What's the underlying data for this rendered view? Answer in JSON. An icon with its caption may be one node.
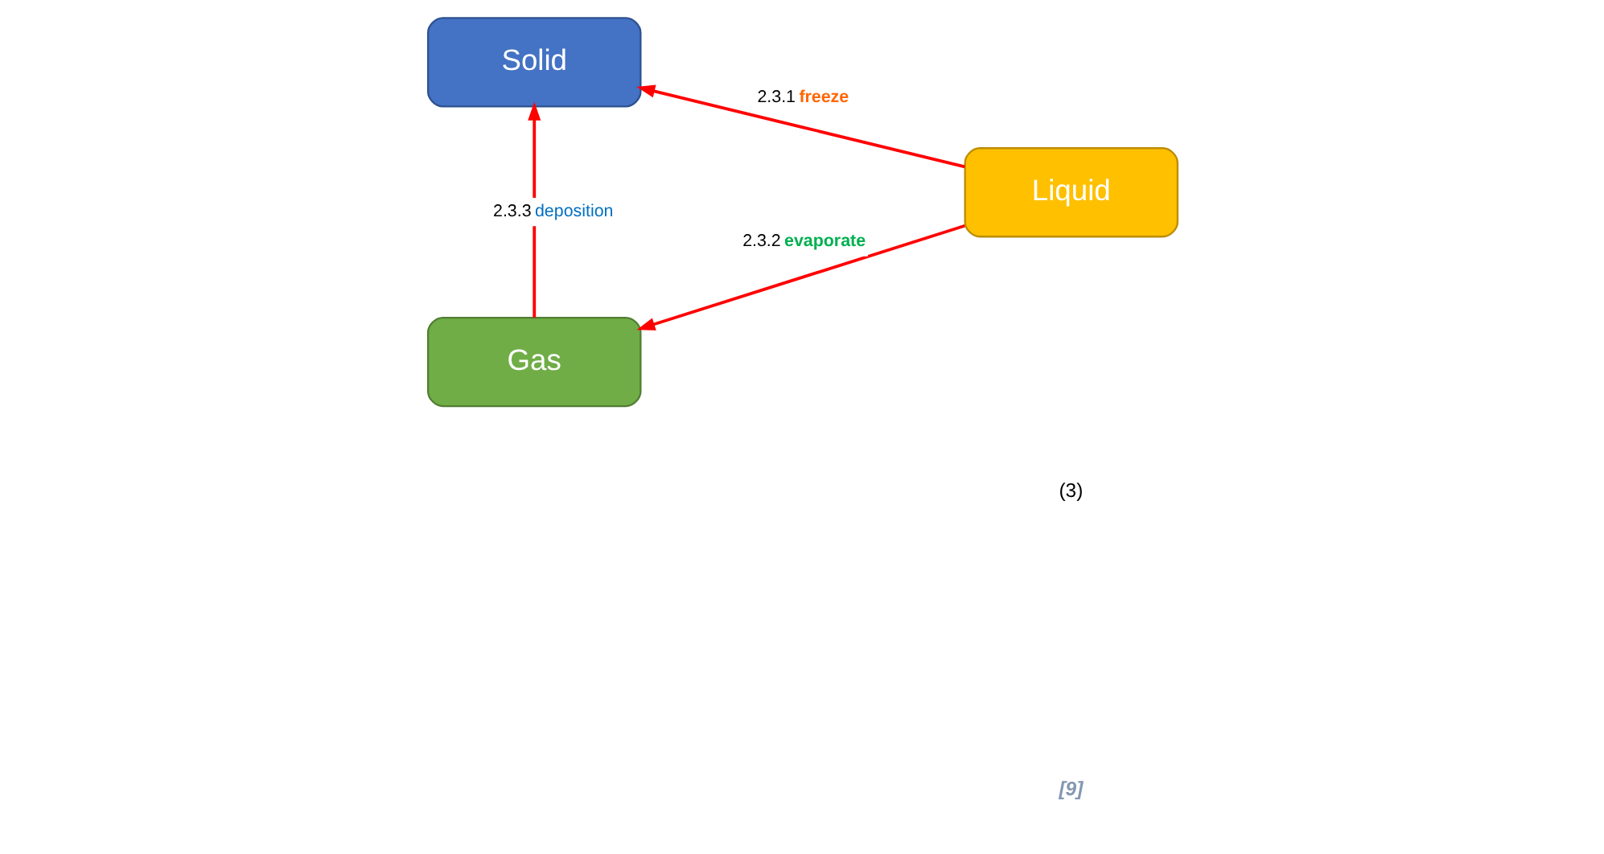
{
  "diagram": {
    "nodes": [
      {
        "text": [
          "Solid"
        ]
      },
      {
        "text": [
          "Liquid"
        ]
      },
      {
        "text": [
          "Gas"
        ]
      }
    ],
    "edges": [
      {
        "from": 1,
        "to": 0,
        "arrow": "to",
        "label": "2.3.1 freeze"
      },
      {
        "from": 1,
        "to": 2,
        "arrow": "to",
        "label": "2.3.2 evaporate"
      },
      {
        "from": 2,
        "to": 0,
        "arrow": "to",
        "label": "2.3.3 deposition"
      }
    ],
    "labels": [
      "(3)",
      "[9]"
    ]
  }
}
